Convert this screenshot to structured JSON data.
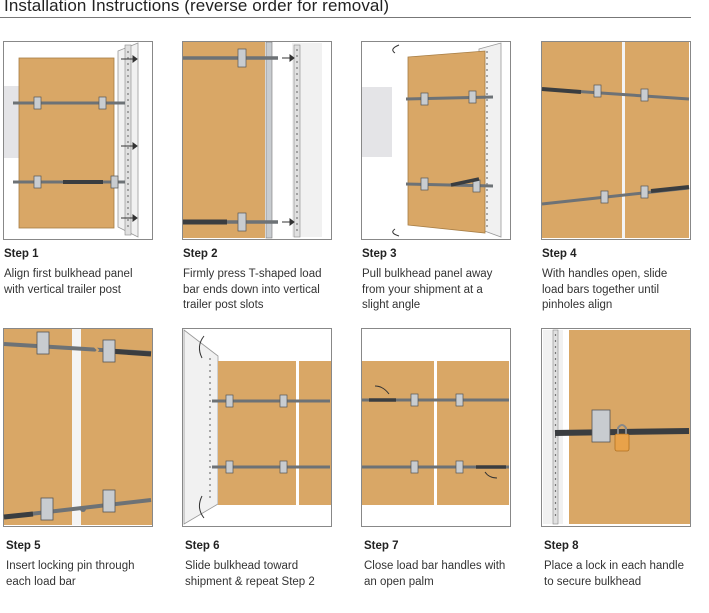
{
  "title": "Installation Instructions (reverse order for removal)",
  "colors": {
    "panel": "#d9a766",
    "bar": "#6d7276",
    "frame": "#888888",
    "lock": "#e8a24a",
    "handle": "#3a3d40"
  },
  "steps": [
    {
      "title": "Step 1",
      "desc": "Align first bulkhead panel\nwith vertical trailer post"
    },
    {
      "title": "Step 2",
      "desc": "Firmly press T-shaped load\nbar ends down into vertical\ntrailer post slots"
    },
    {
      "title": "Step 3",
      "desc": "Pull bulkhead panel away\nfrom your shipment at a\nslight angle"
    },
    {
      "title": "Step 4",
      "desc": "With handles open, slide\nload bars together until\npinholes align"
    },
    {
      "title": "Step 5",
      "desc": "Insert locking pin through\neach load bar"
    },
    {
      "title": "Step 6",
      "desc": "Slide bulkhead toward\nshipment & repeat Step 2"
    },
    {
      "title": "Step 7",
      "desc": "Close load bar handles with\nan open palm"
    },
    {
      "title": "Step 8",
      "desc": "Place a lock in each handle\nto secure bulkhead"
    }
  ]
}
